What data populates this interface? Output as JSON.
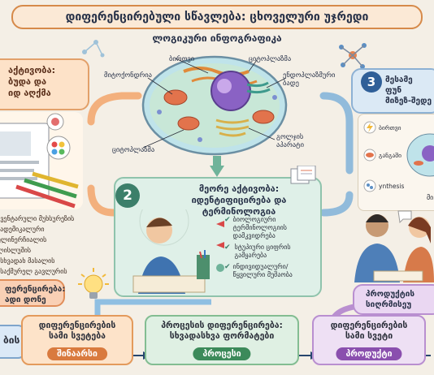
{
  "title": "დიფერენცირებული სწავლება: ცხოველური უჯრედი",
  "subtitle": "ლოგიკური ინფოგრაფიკა",
  "left": {
    "top_line1": "აქტივობა:",
    "top_line2": "ბუდა და",
    "top_line3": "იდ აღქმა",
    "list": [
      "ინვენტარული მუხსურეზის",
      "აკადემიკალური",
      "გულინერჩიალის",
      "ალისლუშის",
      "ხასხვადახ მასალის",
      "შესაქმურელ გავლურის"
    ],
    "low_line1": "ფერენცირება:",
    "low_line2": "ადი დონე",
    "bottom": "ბის"
  },
  "cell_labels": {
    "nucleus": "ბირთვი",
    "cytoplasm_top": "ციტოპლაზმა",
    "mitochondria": "მიტოქონდრია",
    "er": "ენდოპლაზმური ბადე",
    "golgi": "გოლჯის აპარატი",
    "cytoplasm_bottom": "ციტოპლაზმა"
  },
  "middle": {
    "number": "2",
    "title_line1": "მეორე აქტივობა:",
    "title_line2": "იდენტიფიცირება და ტერმინოლოგია",
    "items": [
      {
        "icon": "✔",
        "text": "ბიოლოგიური ტერმინოლოგიის დამკვიდრება"
      },
      {
        "icon": "✔",
        "text": "სტუპიური ციფრის გამყარება"
      },
      {
        "icon": "✔",
        "text": "ინდივიდუალური/ წყვილური მუშაობა"
      }
    ]
  },
  "right": {
    "number": "3",
    "top_line1": "მესამე",
    "top_line2": "ფუნ",
    "top_line3": "მიზეზ-შედე",
    "items": [
      "ბირთვი",
      "განგაში",
      "ynthesis"
    ],
    "extra": "მი",
    "low_line1": "პროდუქტის",
    "low_line2": "სიღრმისეუ"
  },
  "bottom": [
    {
      "head1": "დიფერენცირების",
      "head2": "სამი სვეტება",
      "pill": "შინაარსი"
    },
    {
      "head1": "პროცესის დიფერენცირება:",
      "head2": "სხვადასხვა ფორმატები",
      "pill": "პროცესი"
    },
    {
      "head1": "დიფერენცირების",
      "head2": "სამი სვეტი",
      "pill": "პროდუქტი"
    }
  ],
  "colors": {
    "orange": "#e39a5c",
    "green": "#3c7f6a",
    "blue": "#2f5f98",
    "purple": "#8a4fae"
  }
}
